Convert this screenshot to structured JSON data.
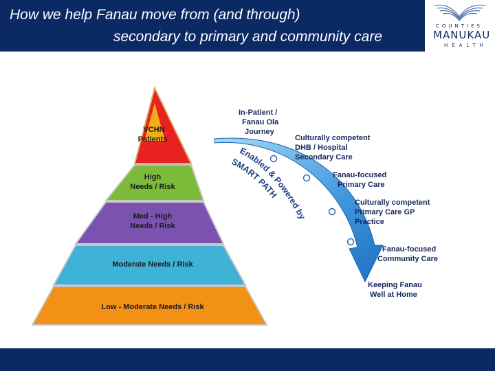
{
  "header": {
    "title_line1": "How we help Fanau move from (and through)",
    "title_line2": "secondary to primary and community care"
  },
  "logo": {
    "top": "COUNTIES",
    "main": "MANUKAU",
    "sub": "HEALTH"
  },
  "pyramid": {
    "levels": [
      {
        "line1": "VCHN",
        "line2": "Patients",
        "color": "#e8231f"
      },
      {
        "line1": "High",
        "line2": "Needs / Risk",
        "color": "#7dbb3a"
      },
      {
        "line1": "Med - High",
        "line2": "Needs /  Risk",
        "color": "#7b52b0"
      },
      {
        "line1": "Moderate Needs / Risk",
        "color": "#3fb2d7"
      },
      {
        "line1": "Low - Moderate Needs / Risk",
        "color": "#f39016"
      }
    ]
  },
  "pathway": {
    "arc_label_line1": "Enabled & Powered by",
    "arc_label_line2": "SMART PATH",
    "arrow_color": "#2f8fd8",
    "steps": [
      {
        "lines": [
          "In-Patient /",
          "Fanau Ola",
          "Journey"
        ]
      },
      {
        "lines": [
          "Culturally competent",
          "DHB / Hospital",
          "Secondary Care"
        ]
      },
      {
        "lines": [
          "Fanau-focused",
          "Primary Care"
        ]
      },
      {
        "lines": [
          "Culturally competent",
          "Primary Care GP",
          "Practice"
        ]
      },
      {
        "lines": [
          "Fanau-focused",
          "Community Care"
        ]
      },
      {
        "lines": [
          "Keeping Fanau",
          "Well at Home"
        ]
      }
    ]
  }
}
